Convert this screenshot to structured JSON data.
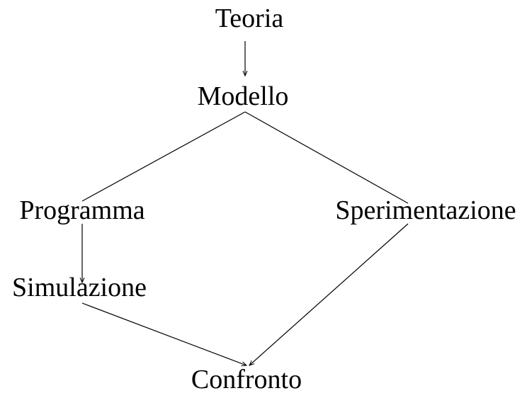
{
  "diagram": {
    "nodes": {
      "teoria": "Teoria",
      "modello": "Modello",
      "programma": "Programma",
      "sperimentazione": "Sperimentazione",
      "simulazione": "Simulazione",
      "confronto": "Confronto"
    },
    "edges": [
      {
        "from": "teoria",
        "to": "modello"
      },
      {
        "from": "modello",
        "to": "programma"
      },
      {
        "from": "modello",
        "to": "sperimentazione"
      },
      {
        "from": "programma",
        "to": "simulazione"
      },
      {
        "from": "simulazione",
        "to": "confronto"
      },
      {
        "from": "sperimentazione",
        "to": "confronto"
      }
    ],
    "colors": {
      "line": "#000000",
      "text": "#000000",
      "background": "#ffffff"
    }
  }
}
